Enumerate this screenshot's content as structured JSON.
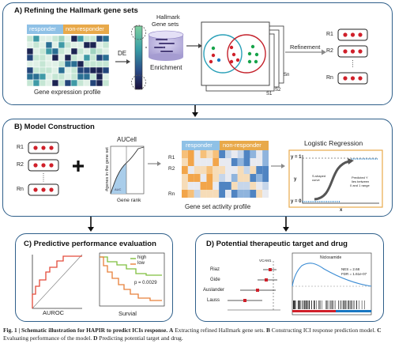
{
  "panelA": {
    "title": "A) Refining the Hallmark gene sets",
    "responder": "responder",
    "nonresponder": "non-responder",
    "de": "DE",
    "gene_sets_l1": "Hallmark",
    "gene_sets_l2": "Gene sets",
    "enrichment": "Enrichment",
    "expr_label": "Gene expression profile",
    "refinement": "Refinement",
    "r1": "R1",
    "r2": "R2",
    "rn": "Rn",
    "sn": "Sn",
    "s2": "S2",
    "s1": "S1"
  },
  "panelB": {
    "title": "B) Model Construction",
    "r1": "R1",
    "r2": "R2",
    "rn": "Rn",
    "aucell": "AUCell",
    "ylabel": "#genes in the gene set",
    "xlabel": "Gene rank",
    "auc": "AUC",
    "responder": "responder",
    "nonresponder": "non-responder",
    "activity_label": "Gene set activity profile",
    "logreg": "Logistic Regression",
    "y1": "y = 1",
    "y0": "y = 0",
    "y": "y",
    "x": "x",
    "s_curve": "S-shaped curve",
    "pred_l1": "Predicted Y",
    "pred_l2": "lies between",
    "pred_l3": "0 and 1 range"
  },
  "panelC": {
    "title": "C) Predictive performance evaluation",
    "auroc": "AUROC",
    "high": "high",
    "low": "low",
    "pval": "p = 0.0029",
    "survial": "Survial"
  },
  "panelD": {
    "title": "D) Potential therapeutic target  and  drug",
    "gene": "VCAM1",
    "drug": "Niclosamide",
    "studies": [
      "Riaz",
      "Gide",
      "Auslander",
      "Lauss"
    ],
    "nes": "NES = 2.68",
    "fdr": "FDR = 1.61e-07"
  },
  "caption": {
    "fig": "Fig. 1",
    "head": "| Schematic illustration for HAPIR to predict ICIs response.",
    "a": "A",
    "a_text": "Extracting refined Hallmark gene sets.",
    "b": "B",
    "b_text": "Constructing ICI response prediction model.",
    "c": "C",
    "c_text": "Evaluating performance of the model.",
    "d": "D",
    "d_text": "Predicting potential target and drug."
  },
  "colors": {
    "border": "#2f5f8a",
    "responder": "#8fc1e6",
    "nonresponder": "#e8a94a",
    "red_dot": "#d0202a",
    "green_dot": "#17a34a",
    "blue_dot": "#1a78c2"
  }
}
